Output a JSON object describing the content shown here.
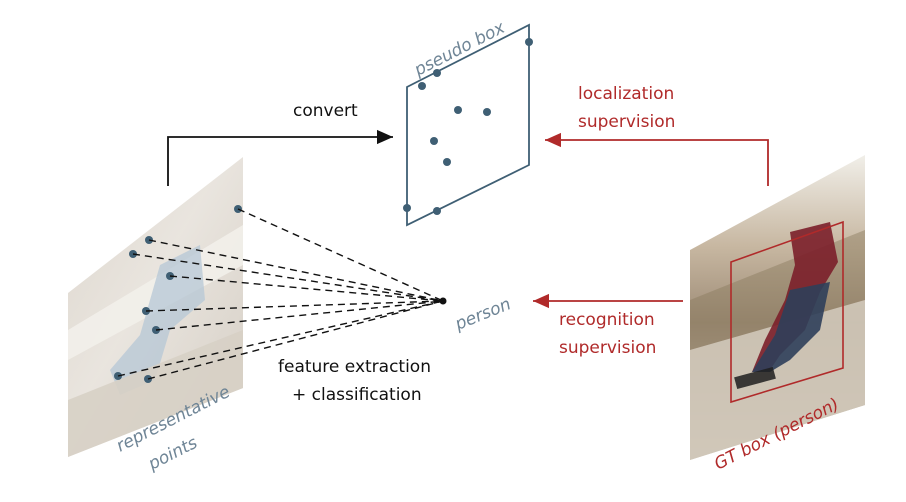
{
  "labels": {
    "pseudo_box": "pseudo box",
    "convert": "convert",
    "localization_1": "localization",
    "localization_2": "supervision",
    "recognition_1": "recognition",
    "recognition_2": "supervision",
    "person": "person",
    "feature_1": "feature extraction",
    "feature_2": "+ classification",
    "rep_1": "representative",
    "rep_2": "points",
    "gt_box": "GT box (person)"
  },
  "colors": {
    "supervision_red": "#b02a2a",
    "point_blue": "#3f5f74",
    "box_blue": "#3f5f74",
    "text_black": "#111111",
    "italic_gray": "#6f8596"
  }
}
